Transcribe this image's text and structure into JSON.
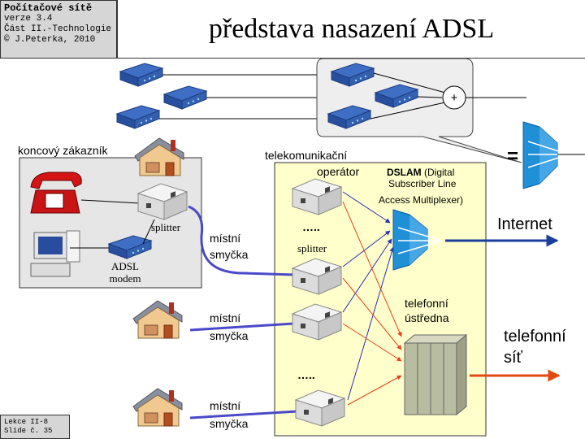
{
  "header": {
    "info_title": "Počítačové sítě",
    "info_version": "verze 3.4",
    "info_part": "Část II.-Technologie",
    "info_author": "© J.Peterka, 2010",
    "title": "představa nasazení ADSL"
  },
  "footer": {
    "lesson": "Lekce II-8",
    "slide": "Slide č. 35"
  },
  "diagram": {
    "customer_label": "koncový zákazník",
    "splitter_label": "splitter",
    "modem_label_1": "ADSL",
    "modem_label_2": "modem",
    "telco_label_1": "telekomunikační",
    "telco_label_2": "operátor",
    "dslam_label_1": "DSLAM",
    "dslam_label_1b": "(Digital",
    "dslam_label_2": "Subscriber Line",
    "dslam_label_3": "Access Multiplexer)",
    "local_loop_1": "místní",
    "local_loop_2": "smyčka",
    "dots": "…..",
    "exchange_label_1": "telefonní",
    "exchange_label_2": "ústředna",
    "internet_label": "Internet",
    "phone_net_label_1": "telefonní",
    "phone_net_label_2": "síť",
    "plus": "+",
    "equals": "="
  },
  "colors": {
    "telco_bg": "#ffffcc",
    "customer_bg": "#e6e6e6",
    "dslam_blue": "#1f8fd6",
    "line_blue": "#2b2bb8",
    "line_red": "#e8401c",
    "loop_line": "#4a4ac8",
    "bubble_bg": "#eeeeee"
  }
}
